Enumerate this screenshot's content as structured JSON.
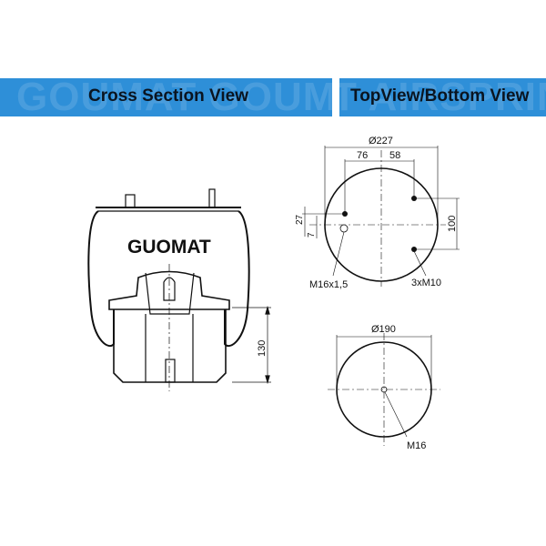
{
  "banners": {
    "cross_section": {
      "title": "Cross Section View",
      "watermark": "GOUMAT  GOUMAT"
    },
    "top_bottom": {
      "title": "TopView/Bottom View",
      "watermark": "T AIRSPRING"
    }
  },
  "cross_section": {
    "brand": "GUOMAT",
    "height_dim": "130"
  },
  "top_view": {
    "diameter": "Ø227",
    "dim_left": "76",
    "dim_right": "58",
    "dim_vertical_right": "100",
    "dim_27": "27",
    "dim_7": "7",
    "label_air_inlet": "M16x1,5",
    "label_studs": "3xM10"
  },
  "bottom_view": {
    "diameter": "Ø190",
    "label_center": "M16"
  }
}
